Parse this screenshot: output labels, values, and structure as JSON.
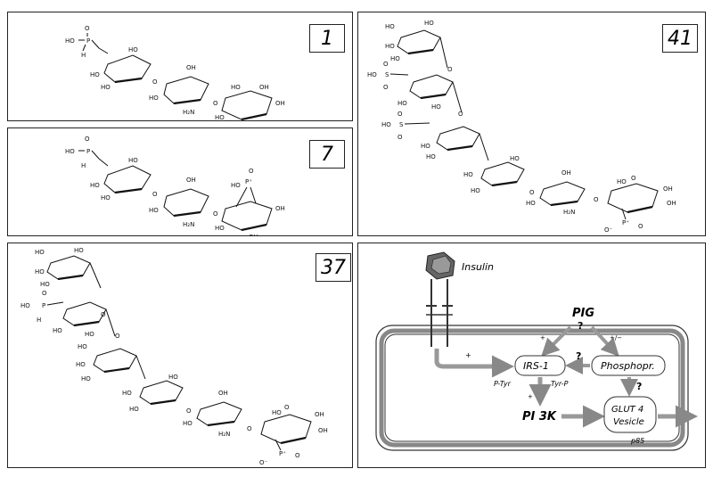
{
  "panels": {
    "p1": {
      "number": "1"
    },
    "p7": {
      "number": "7"
    },
    "p37": {
      "number": "37"
    },
    "p41": {
      "number": "41"
    }
  },
  "chem_labels": {
    "ho": "HO",
    "oh": "OH",
    "h": "H",
    "p": "P",
    "p_plus": "P⁺",
    "o": "O",
    "s": "S",
    "nh2": "H₂N",
    "o_minus": "O⁻"
  },
  "pathway": {
    "insulin": "Insulin",
    "pig": "PIG",
    "q": "?",
    "irs1": "IRS-1",
    "phosphopr": "Phosphopr.",
    "ptyr_left": "P-Tyr",
    "tyrp_right": "Tyr-P",
    "pi3k": "PI 3K",
    "glut4_line1": "GLUT 4",
    "glut4_line2": "Vesicle",
    "p85": "p85",
    "plus": "+",
    "plusminus": "+/−"
  }
}
